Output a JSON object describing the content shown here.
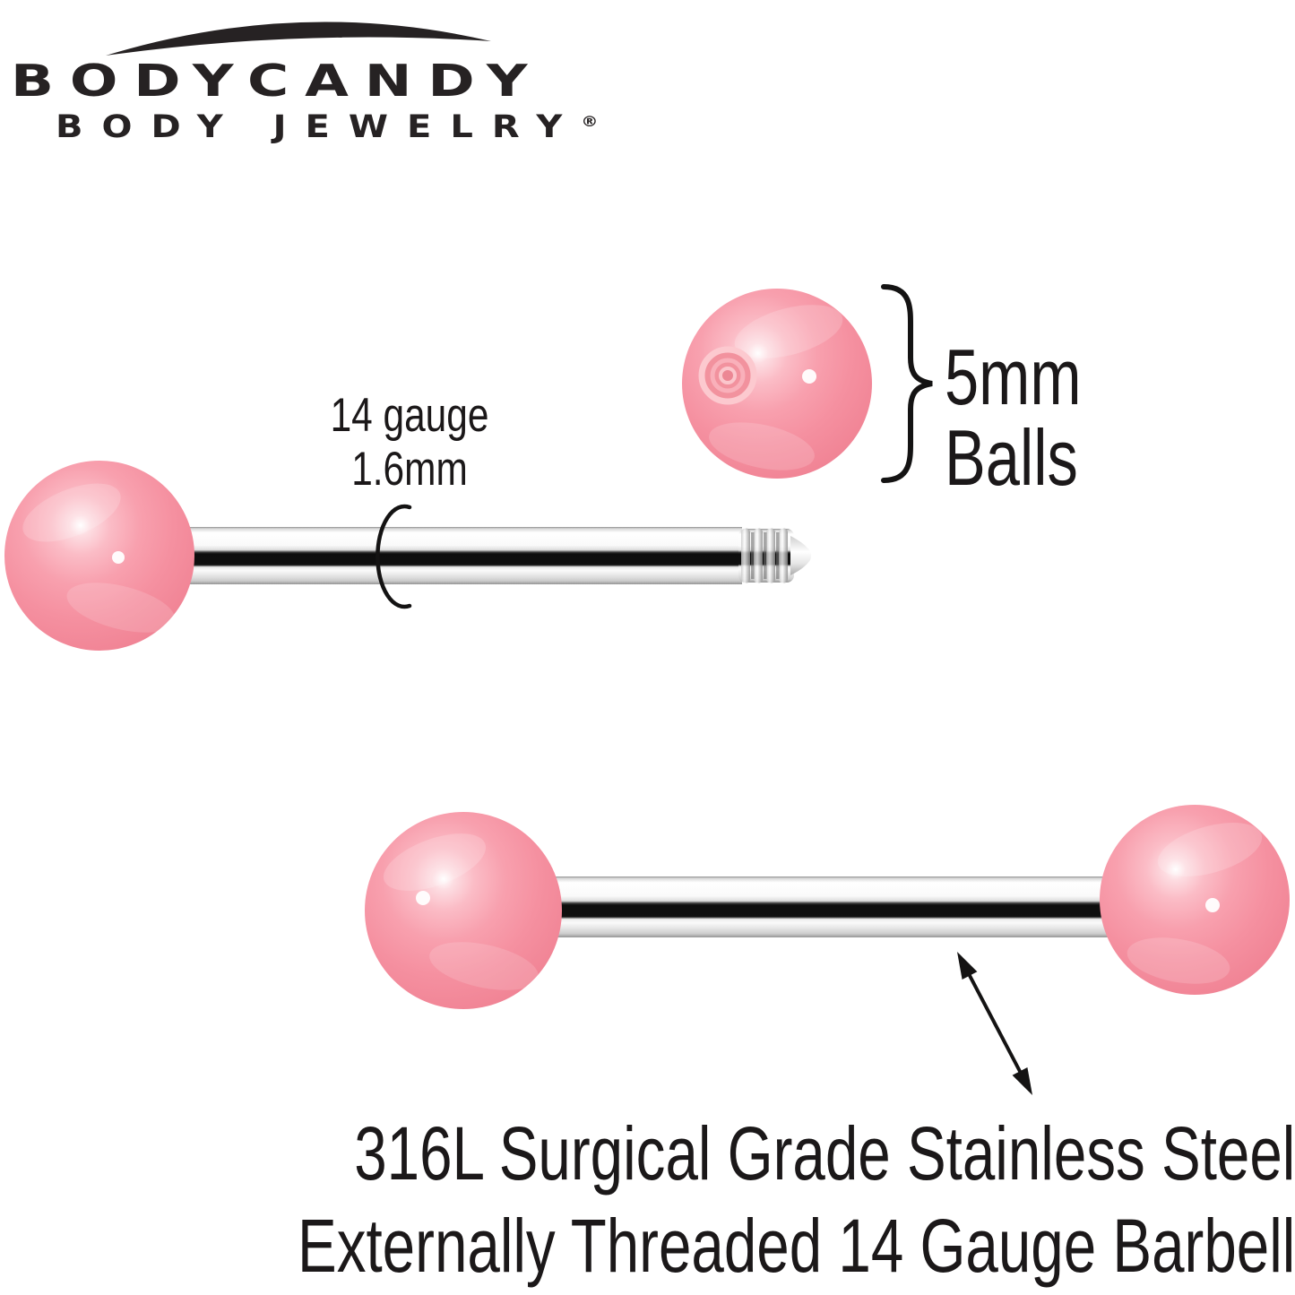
{
  "brand": {
    "wordmark": "BODYCANDY",
    "tagline": "BODY JEWELRY",
    "registered_mark": "®"
  },
  "callouts": {
    "gauge": {
      "line1": "14 gauge",
      "line2": "1.6mm"
    },
    "ball_size": {
      "line1": "5mm",
      "line2": "Balls"
    },
    "material": {
      "line1": "316L Surgical Grade Stainless Steel",
      "line2": "Externally Threaded 14 Gauge Barbell"
    }
  },
  "product": {
    "colors": {
      "ball_pink": "#f799a7",
      "ball_pink_edge": "#ee8394",
      "ball_highlight": "#ffe9ec",
      "steel_light": "#ffffff",
      "steel_shadow": "#111111",
      "ink": "#1e1b1c"
    }
  }
}
